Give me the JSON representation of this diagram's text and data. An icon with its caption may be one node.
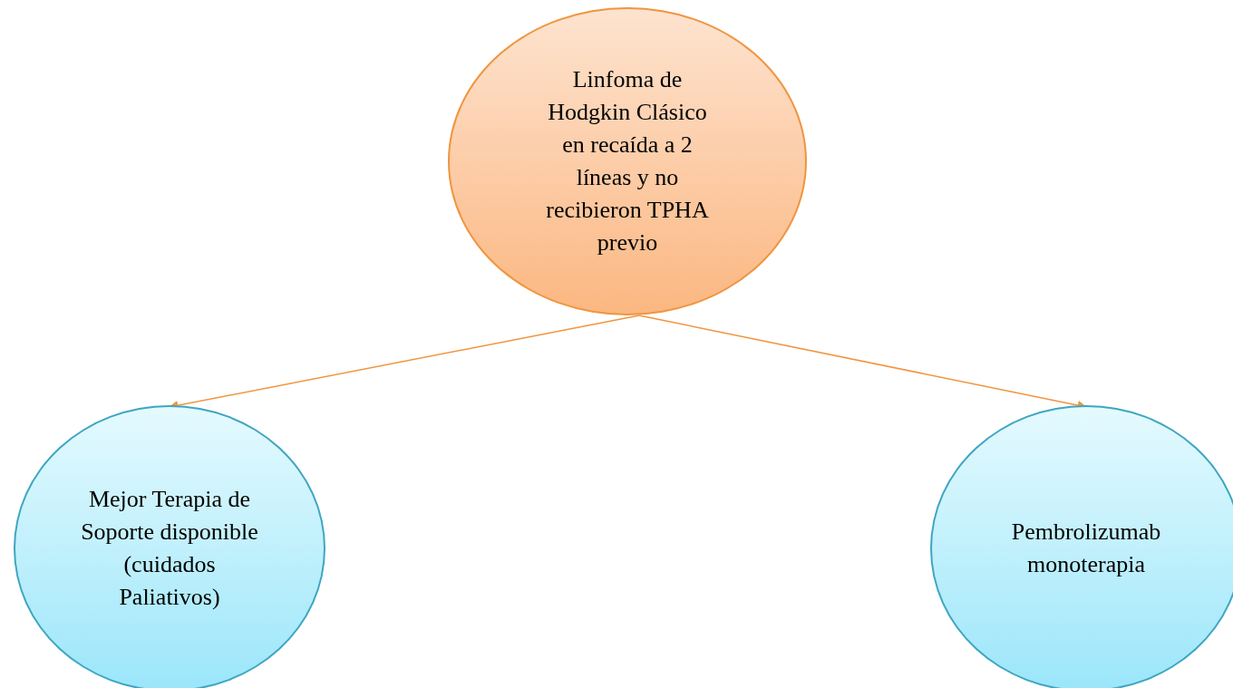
{
  "diagram": {
    "nodes": [
      {
        "text": [
          "Linfoma de Hodgkin Clásico en recaída a 2 líneas y no recibieron TPHA previo"
        ]
      },
      {
        "text": [
          "Mejor Terapia de Soporte disponible (cuidados Paliativos)"
        ]
      },
      {
        "text": [
          "Pembrolizumab monoterapia"
        ]
      }
    ],
    "edges": [
      {
        "from": 0,
        "to": 1,
        "arrow": "to"
      },
      {
        "from": 0,
        "to": 2,
        "arrow": "to"
      }
    ]
  }
}
